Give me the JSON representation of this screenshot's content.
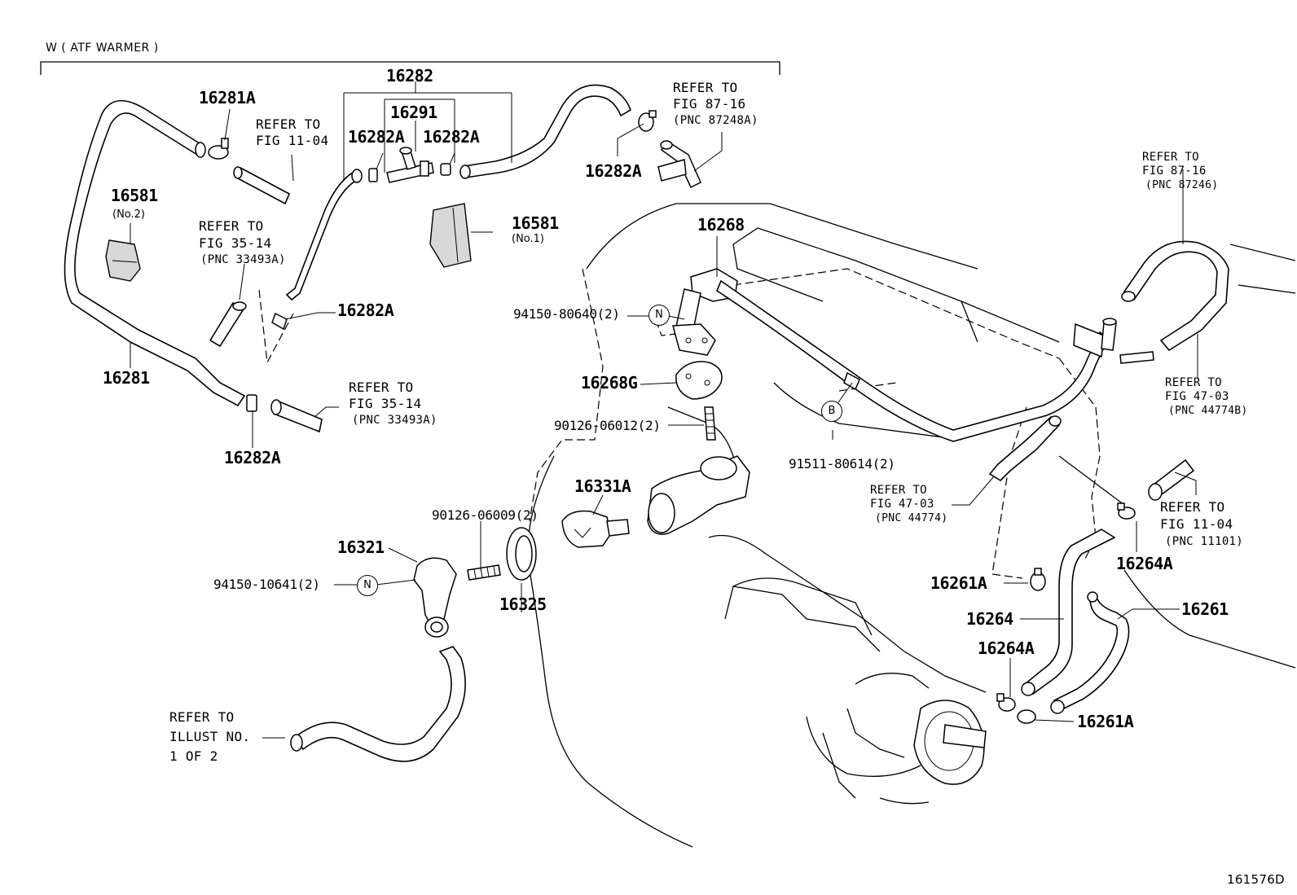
{
  "header": {
    "group_title": "W ( ATF WARMER )"
  },
  "labels": {
    "p16282": "16282",
    "p16281A": "16281A",
    "p16291": "16291",
    "refer_fig_11_04_top_1": "REFER TO",
    "refer_fig_11_04_top_2": "FIG 11-04",
    "p16282A_a": "16282A",
    "p16282A_b": "16282A",
    "refer_87_16a_1": "REFER TO",
    "refer_87_16a_2": "FIG 87-16",
    "refer_87_16a_3": "(PNC 87248A)",
    "p16282A_c": "16282A",
    "p16581_no2": "16581",
    "p16581_no2_sub": "(No.2)",
    "p16581_no1": "16581",
    "p16581_no1_sub": "(No.1)",
    "refer_35_14a_1": "REFER TO",
    "refer_35_14a_2": "FIG 35-14",
    "refer_35_14a_3": "(PNC 33493A)",
    "p16282A_d": "16282A",
    "p16281": "16281",
    "refer_35_14b_1": "REFER TO",
    "refer_35_14b_2": "FIG 35-14",
    "refer_35_14b_3": "(PNC 33493A)",
    "p16282A_e": "16282A",
    "p16268": "16268",
    "p94150_80640": "94150-80640(2)",
    "circle_n1": "N",
    "p16268G": "16268G",
    "p90126_06012": "90126-06012(2)",
    "circle_b": "B",
    "p91511_80614": "91511-80614(2)",
    "refer_87_16b_1": "REFER TO",
    "refer_87_16b_2": "FIG 87-16",
    "refer_87_16b_3": "(PNC 87246)",
    "refer_47_03a_1": "REFER TO",
    "refer_47_03a_2": "FIG 47-03",
    "refer_47_03a_3": "(PNC 44774B)",
    "refer_47_03b_1": "REFER TO",
    "refer_47_03b_2": "FIG 47-03",
    "refer_47_03b_3": "(PNC 44774)",
    "p16331A": "16331A",
    "p90126_06009": "90126-06009(2)",
    "p16321": "16321",
    "p94150_10641": "94150-10641(2)",
    "circle_n2": "N",
    "p16325": "16325",
    "refer_11_04b_1": "REFER TO",
    "refer_11_04b_2": "FIG 11-04",
    "refer_11_04b_3": "(PNC 11101)",
    "p16264A_a": "16264A",
    "p16261A_a": "16261A",
    "p16264": "16264",
    "p16261": "16261",
    "p16264A_b": "16264A",
    "p16261A_b": "16261A",
    "refer_illust_1": "REFER TO",
    "refer_illust_2": "ILLUST NO.",
    "refer_illust_3": "1 OF 2",
    "illustration_id": "161576D"
  }
}
